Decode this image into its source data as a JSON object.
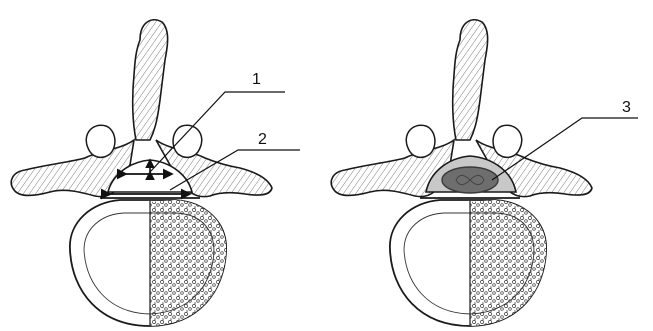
{
  "labels": {
    "label_1": "1",
    "label_2": "2",
    "label_3": "3"
  },
  "colors": {
    "ink": "#1a1a1a",
    "paper": "#ffffff",
    "canal_fill": "#c8c8c8",
    "cord_fill": "#6e6e6e",
    "cord_outline": "#3a3a3a",
    "cancellous": "#d9d9d9"
  },
  "figures": [
    {
      "name": "left-vertebra",
      "canal": "empty",
      "arrows": [
        "anteroposterior",
        "transverse"
      ]
    },
    {
      "name": "right-vertebra",
      "canal": "filled",
      "arrows": []
    }
  ]
}
